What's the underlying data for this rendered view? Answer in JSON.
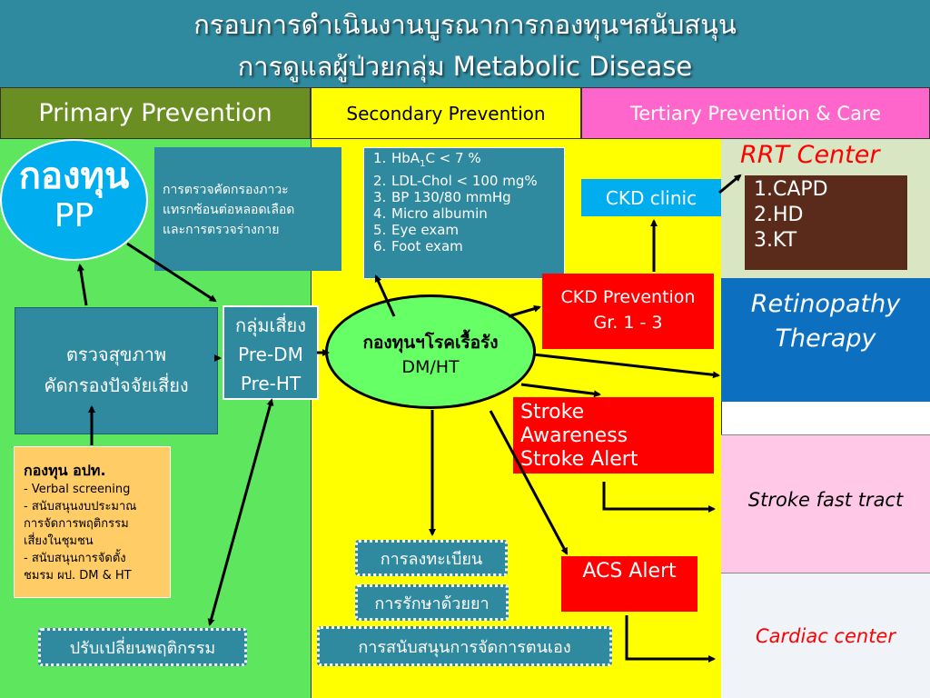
{
  "title": {
    "line1": "กรอบการดำเนินงานบูรณาการกองทุนฯสนับสนุน",
    "line2": "การดูแลผู้ป่วยกลุ่ม Metabolic Disease"
  },
  "columns": {
    "primary": "Primary Prevention",
    "secondary": "Secondary Prevention",
    "tertiary": "Tertiary Prevention & Care"
  },
  "pp_fund": {
    "line1": "กองทุน",
    "line2": "PP"
  },
  "screening_info": {
    "line1": "การตรวจคัดกรองภาวะ",
    "line2": "แทรกซ้อนต่อหลอดเลือด",
    "line3": "และการตรวจร่างกาย"
  },
  "health_check": {
    "line1": "ตรวจสุขภาพ",
    "line2": "คัดกรองปัจจัยเสี่ยง"
  },
  "risk_group": {
    "line1": "กลุ่มเสี่ยง",
    "line2": "Pre-DM",
    "line3": "Pre-HT"
  },
  "local_fund": {
    "title": "กองทุน อปท.",
    "items": [
      "- Verbal screening",
      "- สนับสนุนงบประมาณ",
      "การจัดการพฤติกรรม",
      "เสี่ยงในชุมชน",
      "- สนับสนุนการจัดตั้ง",
      "ชมรม ผป. DM & HT"
    ]
  },
  "behavior_change": "ปรับเปลี่ยนพฤติกรรม",
  "targets": {
    "n1": "1.",
    "t1a": "HbA",
    "t1sub": "1",
    "t1b": "C < 7 %",
    "n2": "2.",
    "t2": "LDL-Chol < 100 mg%",
    "n3": "3.",
    "t3": "BP 130/80 mmHg",
    "n4": "4.",
    "t4": "Micro albumin",
    "n5": "5.",
    "t5": "Eye exam",
    "n6": "6.",
    "t6": "Foot exam"
  },
  "chronic_fund": {
    "line1": "กองทุนฯโรคเรื้อรัง",
    "line2": "DM/HT"
  },
  "ckd_clinic": "CKD clinic",
  "ckd_prevention": {
    "line1": "CKD Prevention",
    "line2": "Gr.  1 - 3"
  },
  "stroke": {
    "line1": "Stroke",
    "line2": "Awareness",
    "line3": "Stroke Alert"
  },
  "acs_alert": "ACS Alert",
  "registration": "การลงทะเบียน",
  "medication": "การรักษาด้วยยา",
  "self_management": "การสนับสนุนการจัดการตนเอง",
  "rrt": {
    "title": "RRT  Center",
    "item1": "1.CAPD",
    "item2": "2.HD",
    "item3": "3.KT"
  },
  "retinopathy": {
    "line1": "Retinopathy",
    "line2": "Therapy"
  },
  "stroke_fast": "Stroke fast tract",
  "cardiac": "Cardiac center",
  "colors": {
    "teal": "#2f8a9f",
    "green": "#5ee65e",
    "yellow": "#ffff00",
    "red": "#ff0000",
    "pink": "#ff66cc",
    "olive": "#6b8e23"
  }
}
